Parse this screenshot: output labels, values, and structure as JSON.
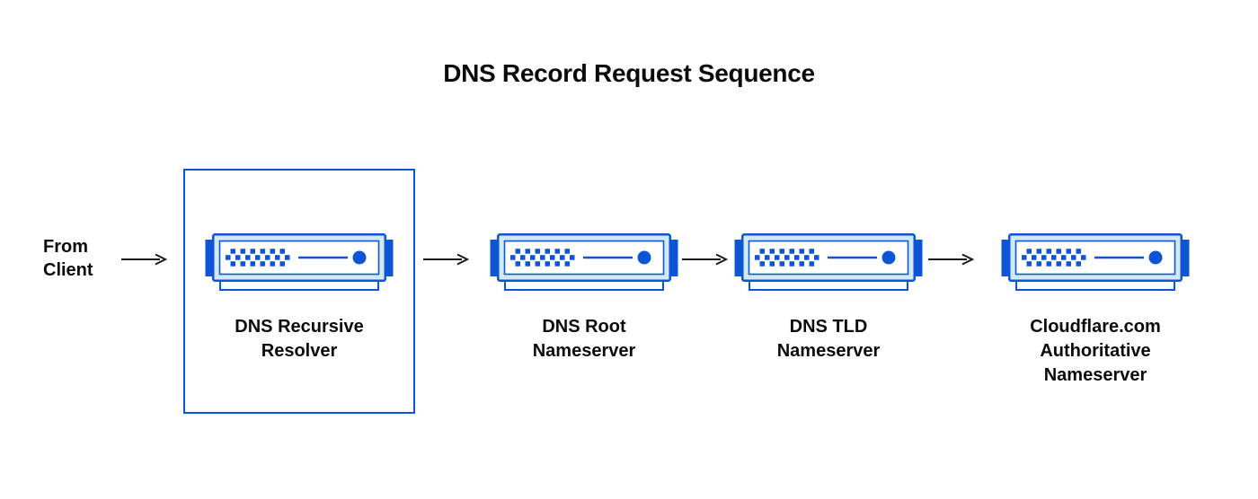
{
  "title": "DNS Record Request Sequence",
  "source_label": {
    "lines": [
      "From",
      "Client"
    ]
  },
  "nodes": [
    {
      "label_lines": [
        "DNS Recursive",
        "Resolver"
      ],
      "highlighted": true
    },
    {
      "label_lines": [
        "DNS Root",
        "Nameserver"
      ],
      "highlighted": false
    },
    {
      "label_lines": [
        "DNS TLD",
        "Nameserver"
      ],
      "highlighted": false
    },
    {
      "label_lines": [
        "Cloudflare.com",
        "Authoritative",
        "Nameserver"
      ],
      "highlighted": false
    }
  ],
  "icons": {
    "node_icon": "server-icon",
    "connector_icon": "right-arrow-icon"
  },
  "colors": {
    "accent_blue": "#0d55d4",
    "icon_fill_light": "#d3e9f1",
    "icon_panel_white": "#ffffff",
    "arrow_black": "#1a1a1a",
    "text_black": "#0b0b0c",
    "background": "#ffffff"
  }
}
